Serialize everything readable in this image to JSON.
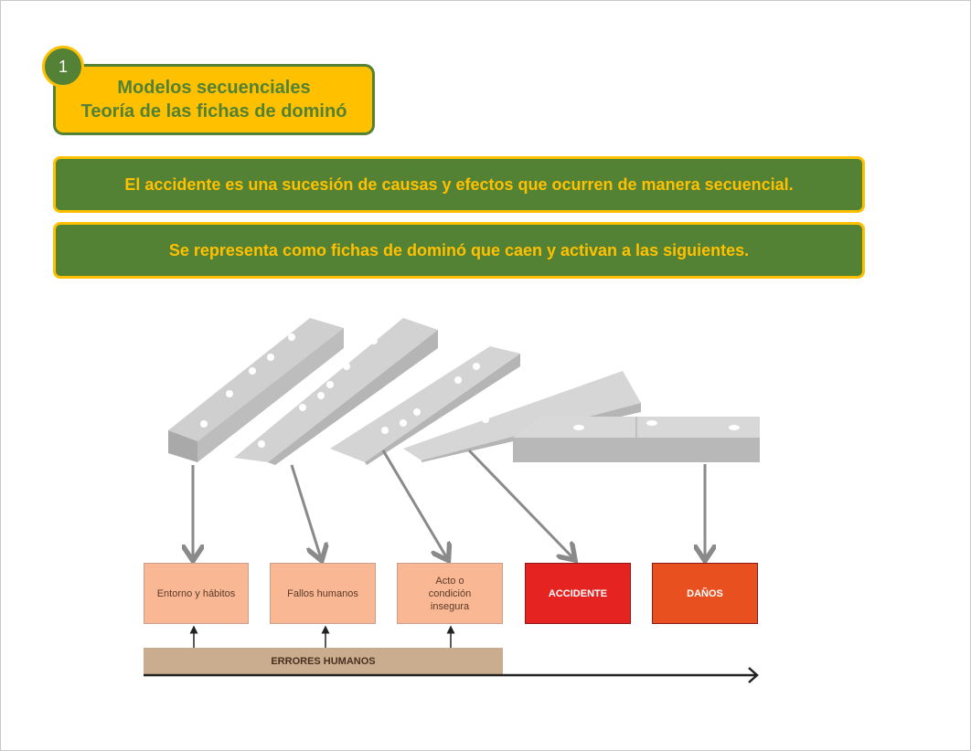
{
  "title": {
    "number": "1",
    "line1": "Modelos secuenciales",
    "line2": "Teoría de las fichas de dominó"
  },
  "banners": [
    "El accidente es una sucesión de causas y efectos que ocurren de manera secuencial.",
    "Se representa como fichas de dominó que caen y activan a las siguientes."
  ],
  "diagram": {
    "boxes": [
      "Entorno y hábitos",
      "Fallos humanos",
      "Acto o condición insegura",
      "ACCIDENTE",
      "DAÑOS"
    ],
    "base_bar": "ERRORES HUMANOS",
    "colors": {
      "pale": "#F9B793",
      "accident": "#E52421",
      "damage": "#E9501F",
      "bar": "#C9AD8E"
    }
  }
}
